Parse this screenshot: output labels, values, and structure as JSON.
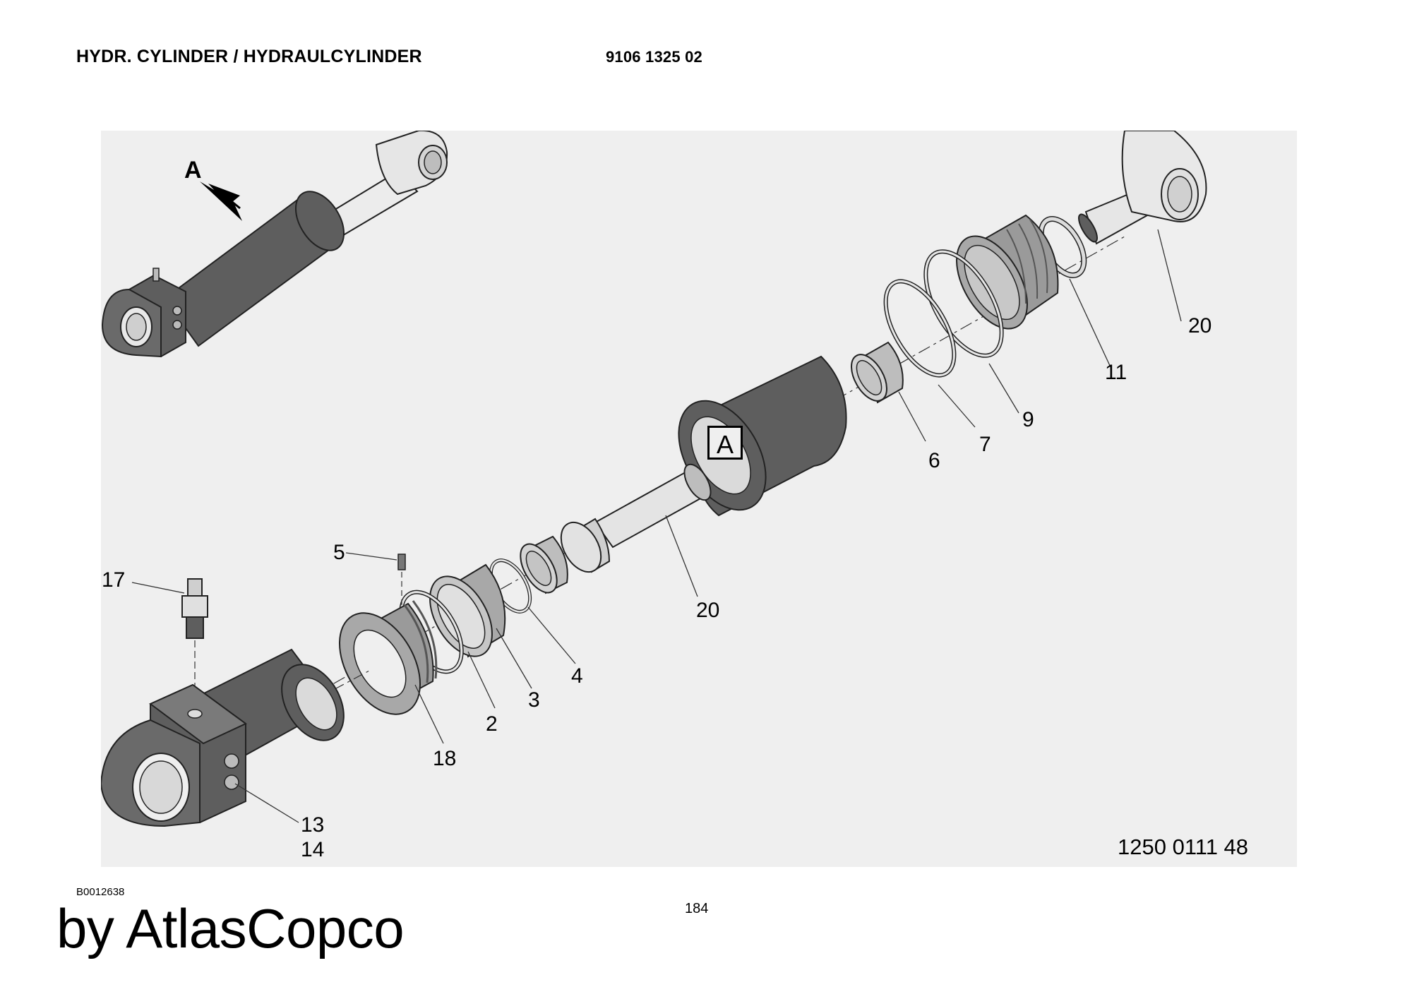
{
  "header": {
    "title": "HYDR. CYLINDER / HYDRAULCYLINDER",
    "part_number": "9106 1325 02"
  },
  "figure": {
    "view_label": "A",
    "view_arrow_letter": "A",
    "drawing_number": "1250 0111 48",
    "callouts": [
      {
        "id": "c20a",
        "text": "20"
      },
      {
        "id": "c11",
        "text": "11"
      },
      {
        "id": "c9",
        "text": "9"
      },
      {
        "id": "c7",
        "text": "7"
      },
      {
        "id": "c6",
        "text": "6"
      },
      {
        "id": "c20b",
        "text": "20"
      },
      {
        "id": "c5",
        "text": "5"
      },
      {
        "id": "c17",
        "text": "17"
      },
      {
        "id": "c4",
        "text": "4"
      },
      {
        "id": "c3",
        "text": "3"
      },
      {
        "id": "c2",
        "text": "2"
      },
      {
        "id": "c18",
        "text": "18"
      },
      {
        "id": "c13",
        "text": "13"
      },
      {
        "id": "c14",
        "text": "14"
      }
    ]
  },
  "footer": {
    "ref_code": "B0012638",
    "page_number": "184",
    "brand": "by AtlasCopco"
  }
}
